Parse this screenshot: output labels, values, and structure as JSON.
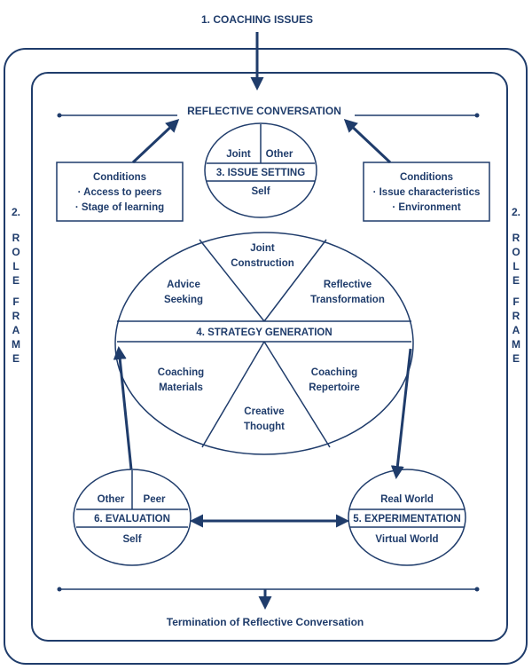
{
  "top_label": "1. COACHING ISSUES",
  "bottom_label": "Termination of Reflective Conversation",
  "reflective_label": "REFLECTIVE CONVERSATION",
  "role_frame": {
    "number": "2.",
    "letters": [
      "R",
      "O",
      "L",
      "E",
      "",
      "F",
      "R",
      "A",
      "M",
      "E"
    ]
  },
  "conditions_left": {
    "title": "Conditions",
    "items": [
      "· Access to peers",
      "· Stage of learning"
    ]
  },
  "conditions_right": {
    "title": "Conditions",
    "items": [
      "· Issue characteristics",
      "· Environment"
    ]
  },
  "issue_setting": {
    "top_left": "Joint",
    "top_right": "Other",
    "middle": "3. ISSUE SETTING",
    "bottom": "Self"
  },
  "strategy": {
    "center": "4. STRATEGY GENERATION",
    "advice": [
      "Advice",
      "Seeking"
    ],
    "joint": [
      "Joint",
      "Construction"
    ],
    "reflective": [
      "Reflective",
      "Transformation"
    ],
    "materials": [
      "Coaching",
      "Materials"
    ],
    "creative": [
      "Creative",
      "Thought"
    ],
    "repertoire": [
      "Coaching",
      "Repertoire"
    ]
  },
  "evaluation": {
    "top_left": "Other",
    "top_right": "Peer",
    "middle": "6. EVALUATION",
    "bottom": "Self"
  },
  "experimentation": {
    "top": "Real World",
    "middle": "5. EXPERIMENTATION",
    "bottom": "Virtual World"
  }
}
